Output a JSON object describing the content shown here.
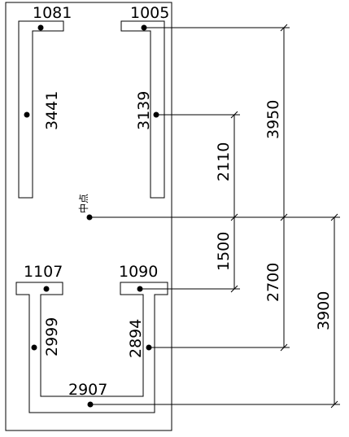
{
  "members": {
    "top_left_cap": "1081",
    "top_left_web": "3441",
    "top_right_cap": "1005",
    "top_right_web": "3139",
    "bottom_left_cap": "1107",
    "bottom_left_web": "2999",
    "bottom_right_cap": "1090",
    "bottom_right_web": "2894",
    "bottom_base": "2907"
  },
  "midpoint_label": "中点",
  "dimensions": {
    "upper_span": "2110",
    "lower_span": "1500",
    "top_total": "3950",
    "mid_total": "2700",
    "bottom_total": "3900"
  }
}
